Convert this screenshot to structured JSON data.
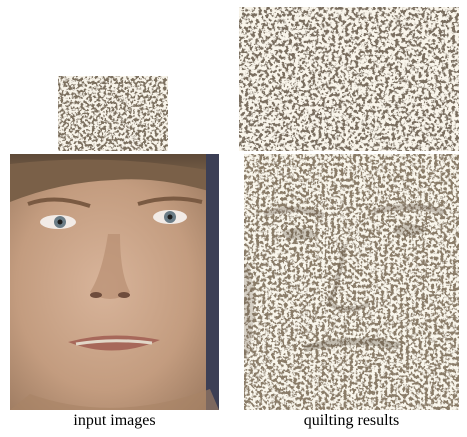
{
  "figure": {
    "captions": {
      "input": "input images",
      "result": "quilting results"
    },
    "images": {
      "input_texture": "rice-texture-sample",
      "input_face": "face-photo",
      "result_texture": "quilted-rice-texture",
      "result_transfer": "face-rendered-in-rice-texture"
    },
    "colors": {
      "rice_light": "#efe6d2",
      "rice_mid": "#d8c8a8",
      "rice_shadow": "#7c6f5e",
      "skin": "#c8a488",
      "hair": "#6f5a44",
      "background_blue": "#34466a"
    }
  }
}
